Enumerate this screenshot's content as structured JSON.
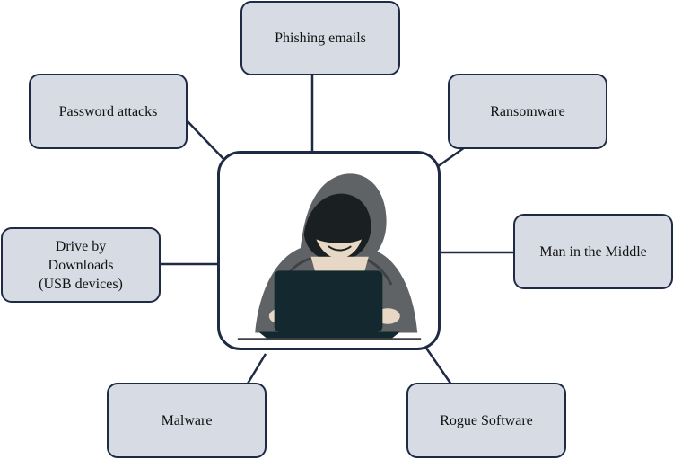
{
  "diagram": {
    "colors": {
      "node_fill": "#d6dbe4",
      "node_border": "#1f2a44",
      "link": "#1f2a44",
      "hoodie": "#5f6366",
      "hoodie_shadow": "#3e4244",
      "laptop": "#13292f",
      "skin": "#e6d8c4"
    },
    "hub": {
      "icon": "hooded-hacker-laptop-icon"
    },
    "nodes": [
      {
        "id": "phishing",
        "label": "Phishing emails"
      },
      {
        "id": "password",
        "label": "Password attacks"
      },
      {
        "id": "ransomware",
        "label": "Ransomware"
      },
      {
        "id": "drive_by",
        "label": "Drive by\nDownloads\n(USB devices)"
      },
      {
        "id": "mitm",
        "label": "Man in the Middle"
      },
      {
        "id": "malware",
        "label": "Malware"
      },
      {
        "id": "rogue",
        "label": "Rogue Software"
      }
    ],
    "edges": [
      {
        "from": "hub",
        "to": "phishing"
      },
      {
        "from": "hub",
        "to": "password"
      },
      {
        "from": "hub",
        "to": "ransomware"
      },
      {
        "from": "hub",
        "to": "drive_by"
      },
      {
        "from": "hub",
        "to": "mitm"
      },
      {
        "from": "hub",
        "to": "malware"
      },
      {
        "from": "hub",
        "to": "rogue"
      }
    ]
  }
}
